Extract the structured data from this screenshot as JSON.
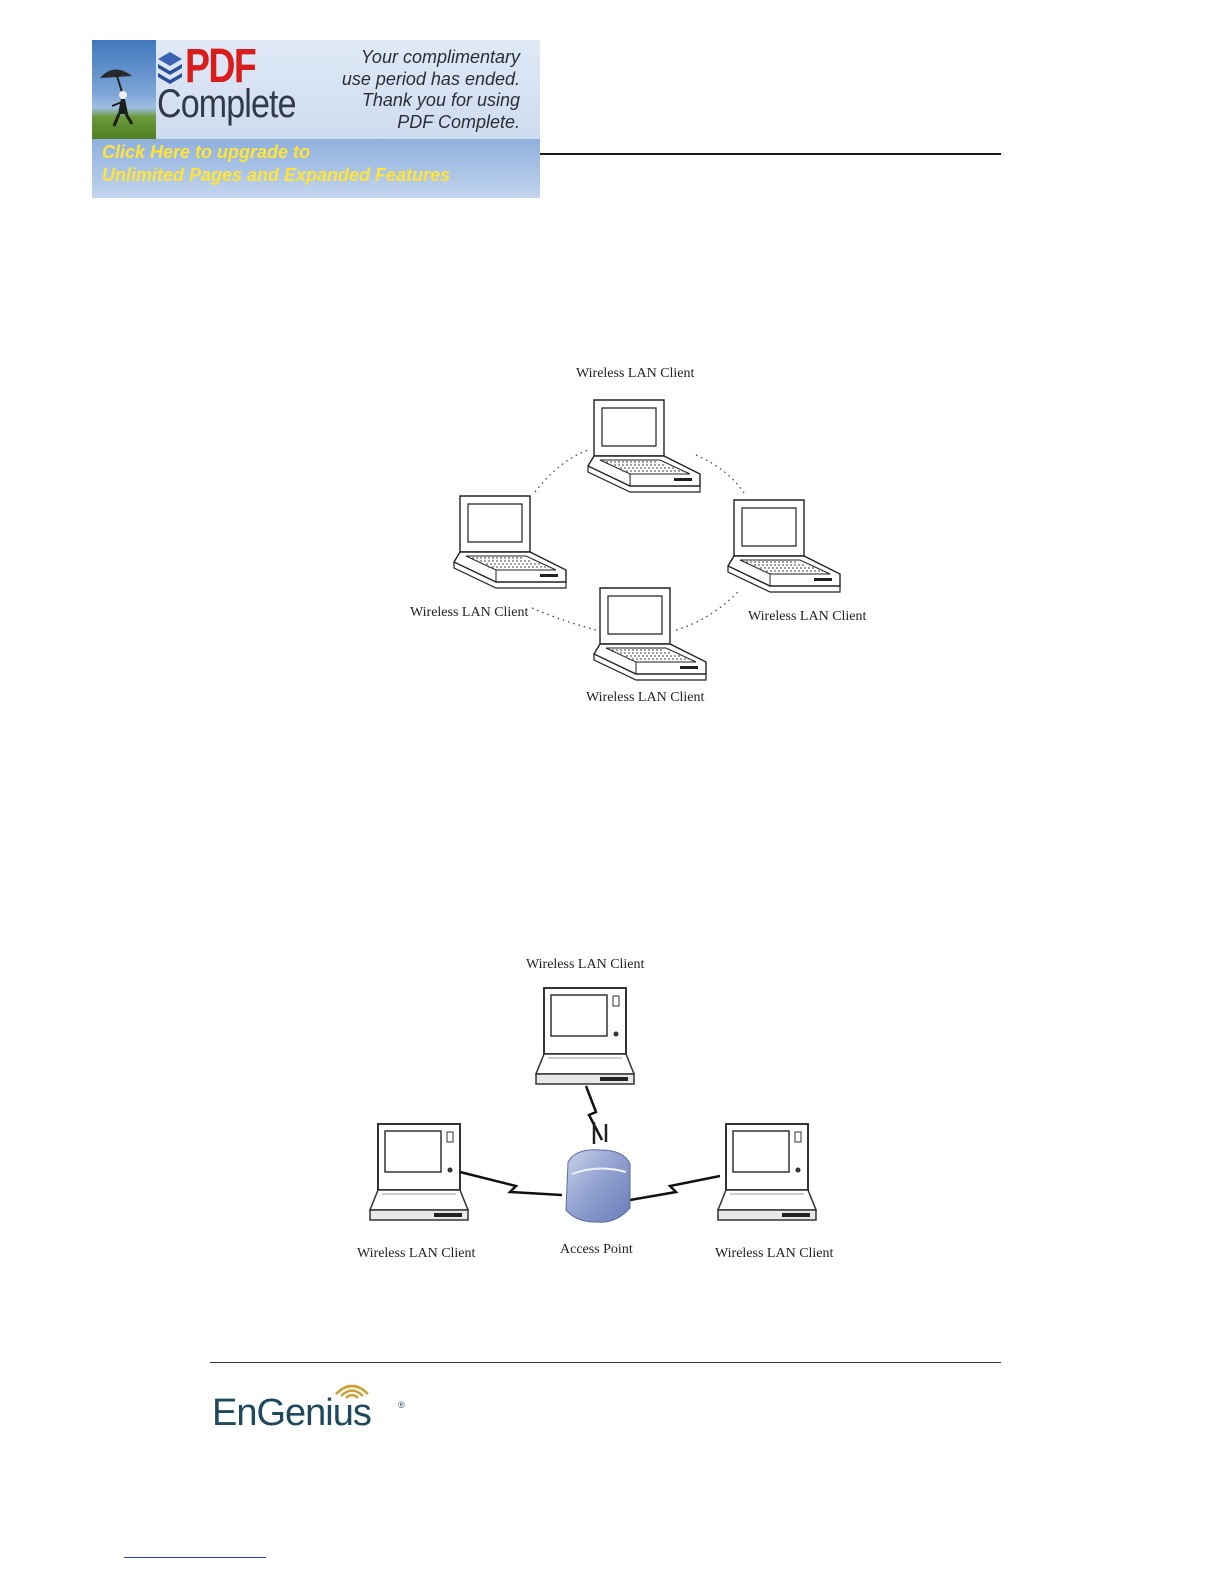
{
  "banner": {
    "brand_pdf": "PDF",
    "brand_complete": "Complete",
    "message_lines": [
      "Your complimentary",
      "use period has ended.",
      "Thank you for using",
      "PDF Complete."
    ],
    "upgrade_lines": [
      "Click Here to upgrade to",
      "Unlimited Pages and Expanded Features"
    ]
  },
  "figure_adhoc": {
    "labels": {
      "top": "Wireless LAN Client",
      "left": "Wireless LAN Client",
      "right": "Wireless LAN Client",
      "bottom": "Wireless LAN Client"
    }
  },
  "figure_infrastructure": {
    "labels": {
      "top": "Wireless LAN Client",
      "left": "Wireless LAN Client",
      "access_point": "Access Point",
      "right": "Wireless LAN Client"
    }
  },
  "footer": {
    "logo_text": "EnGenius",
    "logo_mark": "®"
  }
}
